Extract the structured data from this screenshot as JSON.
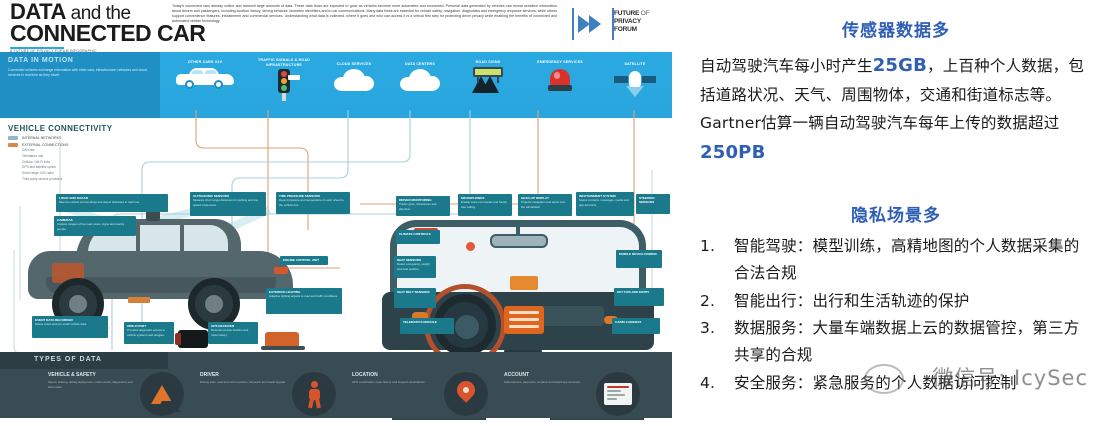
{
  "infographic": {
    "title_line1": "DATA",
    "title_line1_thin": "and the",
    "title_line2": "CONNECTED CAR",
    "title_sub": "A FUTURE OF PRIVACY FORUM INFOGRAPHIC",
    "blurb": "Today's connected cars already collect and transmit large amounts of data. These data flows are expected to grow as vehicles become more automated and connected. Personal data generated by vehicles can reveal sensitive information about drivers and passengers, including location history, driving behavior, biometric identifiers and in-car communications. Many data flows are essential for vehicle safety, navigation, diagnostics and emergency response services, while others support convenience features, infotainment and commercial services. Understanding what data is collected, where it goes and who can access it is a critical first step for protecting driver privacy while enabling the benefits of connected and automated vehicle technology.",
    "logo": {
      "name": "FUTURE",
      "of": "OF",
      "line2": "PRIVACY",
      "line3": "FORUM"
    },
    "panel": {
      "title": "DATA IN MOTION",
      "body": "Connected vehicles exchange information with other cars, infrastructure, networks and cloud services in real time as they travel."
    },
    "band_icons": [
      {
        "label": "OTHER CARS\\nV2V",
        "icon": "car-icon"
      },
      {
        "label": "TRAFFIC SIGNALS\\n& ROAD INFRASTRUCTURE",
        "icon": "traffic-light-icon"
      },
      {
        "label": "CLOUD\\nSERVICES",
        "icon": "cloud-icon"
      },
      {
        "label": "DATA\\nCENTERS",
        "icon": "cloud-icon"
      },
      {
        "label": "ROAD SIGNS",
        "icon": "road-sign-icon"
      },
      {
        "label": "EMERGENCY\\nSERVICES",
        "icon": "beacon-icon"
      },
      {
        "label": "SATELLITE",
        "icon": "satellite-icon"
      }
    ],
    "connectivity": {
      "heading": "VEHICLE CONNECTIVITY",
      "rows": [
        {
          "label": "INTERNAL NETWORKS",
          "color": "#8fb9c4"
        },
        {
          "label": "EXTERNAL CONNECTIONS",
          "color": "#d98a4a"
        }
      ],
      "subitems": [
        "CAN bus",
        "Telematics unit",
        "Cellular / Wi-Fi links",
        "GPS and satellite uplink",
        "Short-range V2X radio",
        "Third-party service providers"
      ]
    },
    "callouts_exterior": [
      {
        "title": "LIDAR AND RADAR",
        "body": "Map the vehicle surroundings and detect obstacles in real time."
      },
      {
        "title": "CAMERAS",
        "body": "Capture images of the road, lanes, signs and nearby people."
      },
      {
        "title": "ULTRASONIC SENSORS",
        "body": "Measure short range distances for parking and low speed maneuvers."
      },
      {
        "title": "TIRE PRESSURE SENSORS",
        "body": "Report pressure and temperature of each wheel to the vehicle bus."
      },
      {
        "title": "ENGINE CONTROL UNIT",
        "body": "Logs performance, emissions and fault codes."
      },
      {
        "title": "EXTERIOR LIGHTING",
        "body": "Adaptive lighting adjusts to road and traffic conditions."
      },
      {
        "title": "EVENT DATA RECORDER",
        "body": "Stores crash and pre-crash vehicle data."
      },
      {
        "title": "OBD-II PORT",
        "body": "Provides diagnostic access to vehicle systems and dongles."
      },
      {
        "title": "GPS RECEIVER",
        "body": "Records precise location and route history."
      }
    ],
    "callouts_interior": [
      {
        "title": "DRIVER MONITORING",
        "body": "Tracks gaze, drowsiness and attention."
      },
      {
        "title": "MICROPHONES",
        "body": "Enable voice commands and hands free calling."
      },
      {
        "title": "HEAD-UP DISPLAY",
        "body": "Projects navigation and alerts onto the windshield."
      },
      {
        "title": "INFOTAINMENT SYSTEM",
        "body": "Stores contacts, messages, media and app accounts."
      },
      {
        "title": "STEERING SENSORS",
        "body": "Measure steering angle and torque."
      },
      {
        "title": "CLIMATE CONTROLS",
        "body": "Log cabin settings and occupant preferences."
      },
      {
        "title": "SEAT SENSORS",
        "body": "Detect occupancy, weight and seat position."
      },
      {
        "title": "SEAT BELT SENSORS",
        "body": "Report restraint use for safety systems."
      },
      {
        "title": "MOBILE DEVICE PAIRING",
        "body": "Syncs phone data with the vehicle."
      },
      {
        "title": "KEY FOB AND ENTRY",
        "body": "Logs lock, unlock and start events."
      },
      {
        "title": "CABIN CAMERAS",
        "body": "Record interior activity for safety and services."
      },
      {
        "title": "TELEMATICS MODULE",
        "body": "Transmits vehicle data to the manufacturer."
      }
    ],
    "types_of_data": {
      "tab": "TYPES OF DATA",
      "cells": [
        {
          "heading": "VEHICLE & SAFETY",
          "body": "Speed, braking, airbag deployment, crash events, diagnostics and fault codes.",
          "icon": "warning-triangle-icon"
        },
        {
          "heading": "DRIVER",
          "body": "Driving style, seat and mirror position, biometric and health signals.",
          "icon": "person-icon"
        },
        {
          "heading": "LOCATION",
          "body": "GPS coordinates, route history and frequent destinations.",
          "icon": "location-pin-icon"
        },
        {
          "heading": "ACCOUNT",
          "body": "Subscriptions, payments, contacts and linked app accounts.",
          "icon": "document-icon"
        }
      ]
    }
  },
  "article": {
    "section1": {
      "heading": "传感器数据多",
      "paragraph_part1": "自动驾驶汽车每小时产生",
      "highlight1": "25GB",
      "paragraph_part2": "，上百种个人数据，包括道路状况、天气、周围物体，交通和街道标志等。Gartner估算一辆自动驾驶汽车每年上传的数据超过",
      "highlight2": "250PB"
    },
    "section2": {
      "heading": "隐私场景多",
      "items": [
        {
          "num": "1.",
          "text": "智能驾驶：模型训练，高精地图的个人数据采集的合法合规"
        },
        {
          "num": "2.",
          "text": "智能出行：出行和生活轨迹的保护"
        },
        {
          "num": "3.",
          "text": "数据服务：大量车端数据上云的数据管控，第三方共享的合规"
        },
        {
          "num": "4.",
          "text": "安全服务：紧急服务的个人数据访问控制"
        }
      ]
    }
  },
  "watermark": {
    "text": "微信号: IcySec"
  },
  "colors": {
    "heading_blue": "#2f5fb5",
    "band_blue": "#2aa9e0",
    "panel_blue": "#1f8fc4",
    "callout_teal": "#1a7a8c",
    "footer_slate": "#3a4c53",
    "accent_orange": "#d8562c"
  }
}
